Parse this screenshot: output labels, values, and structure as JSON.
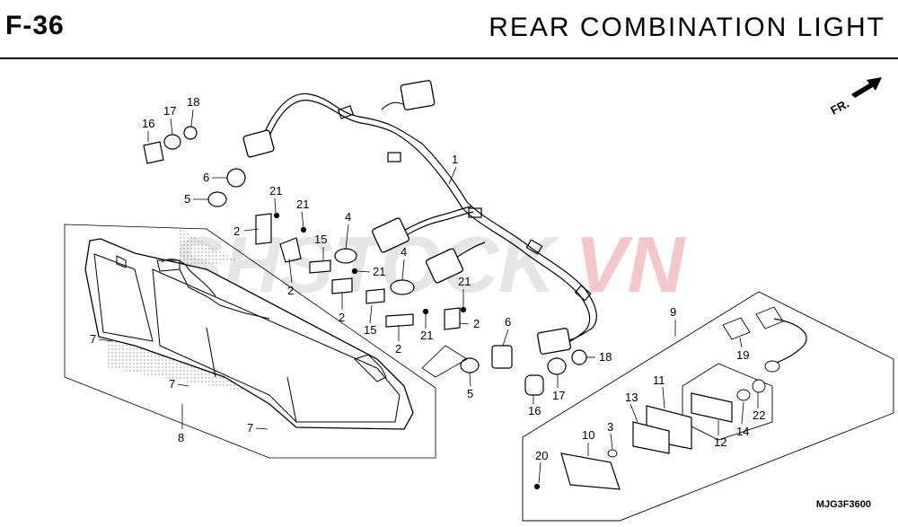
{
  "header": {
    "code": "F-36",
    "title": "REAR  COMBINATION  LIGHT"
  },
  "figure_code": "MJG3F3600",
  "direction_marker": "FR.",
  "watermark": {
    "left": "SHSTOCK",
    "right": "VN"
  },
  "callouts": {
    "c1": "1",
    "c2a": "2",
    "c2b": "2",
    "c2c": "2",
    "c2d": "2",
    "c2e": "2",
    "c3": "3",
    "c4a": "4",
    "c4b": "4",
    "c5a": "5",
    "c5b": "5",
    "c6a": "6",
    "c6b": "6",
    "c7a": "7",
    "c7b": "7",
    "c7c": "7",
    "c8": "8",
    "c9": "9",
    "c10": "10",
    "c11": "11",
    "c12": "12",
    "c13": "13",
    "c14": "14",
    "c15a": "15",
    "c15b": "15",
    "c16a": "16",
    "c16b": "16",
    "c17a": "17",
    "c17b": "17",
    "c18a": "18",
    "c18b": "18",
    "c19": "19",
    "c20": "20",
    "c21a": "21",
    "c21b": "21",
    "c21c": "21",
    "c21d": "21",
    "c21e": "21",
    "c22": "22"
  }
}
